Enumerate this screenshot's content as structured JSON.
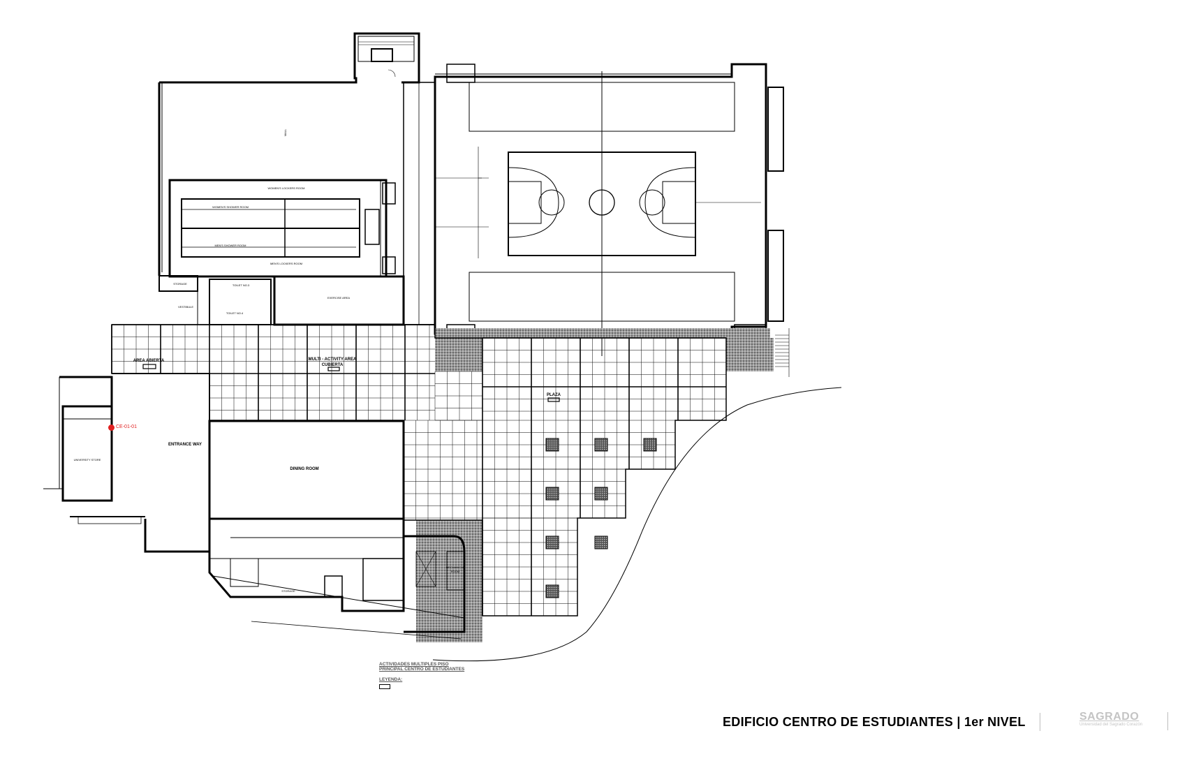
{
  "title": "EDIFICIO CENTRO DE ESTUDIANTES | 1er NIVEL",
  "logo": {
    "name": "SAGRADO",
    "subtitle": "Universidad del Sagrado Corazón"
  },
  "legend": {
    "line1": "ACTIVIDADES MULTIPLES PISO",
    "line2": "PRINCIPAL CENTRO DE ESTUDIANTES",
    "heading": "LEYENDA:"
  },
  "marker": {
    "label": "CE-01-01",
    "color": "#e02020"
  },
  "rooms": {
    "gym": "MALL",
    "womens_lockers": "WOMEN'S LOCKERS ROOM",
    "womens_shower": "WOMEN'S SHOWER ROOM",
    "mens_shower": "MEN'S SHOWER ROOM",
    "mens_lockers": "MEN'S LOCKERS ROOM",
    "storage_top": "STORAGE",
    "vestibule": "VESTIBULE",
    "toilet_3": "TOILET NO.3",
    "toilet_4": "TOILET NO.4",
    "exercise": "EXERCISE AREA",
    "area_abierta": "AREA ABIERTA",
    "multi_1": "MULTI - ACTIVITY AREA",
    "multi_2": "CUBIERTA",
    "plaza": "PLAZA",
    "entrance": "ENTRANCE WAY",
    "univ_store": "UNIVERSITY STORE",
    "dining": "DINING ROOM",
    "storage_bottom": "STORAGE",
    "mechanical_1": "MECHANICAL",
    "mechanical_2": "ROOM"
  }
}
